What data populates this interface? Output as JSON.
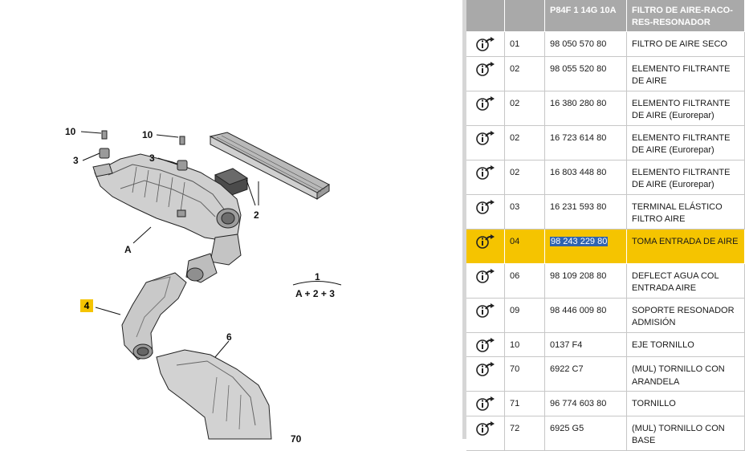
{
  "diagram": {
    "labels": {
      "l10a": "10",
      "l3a": "3",
      "l10b": "10",
      "l3b": "3",
      "l2": "2",
      "lA": "A",
      "l1": "1",
      "l1sub": "A + 2 + 3",
      "l4": "4",
      "l6": "6",
      "l70": "70"
    }
  },
  "table": {
    "headers": [
      "",
      "",
      "P84F 1 14G 10A",
      "FILTRO DE AIRE-RACO-RES-RESONADOR"
    ],
    "rows": [
      {
        "ref": "01",
        "part": "98 050 570 80",
        "desc": "FILTRO DE AIRE SECO"
      },
      {
        "ref": "02",
        "part": "98 055 520 80",
        "desc": "ELEMENTO FILTRANTE DE AIRE"
      },
      {
        "ref": "02",
        "part": "16 380 280 80",
        "desc": "ELEMENTO FILTRANTE DE AIRE (Eurorepar)"
      },
      {
        "ref": "02",
        "part": "16 723 614 80",
        "desc": "ELEMENTO FILTRANTE DE AIRE (Eurorepar)"
      },
      {
        "ref": "02",
        "part": "16 803 448 80",
        "desc": "ELEMENTO FILTRANTE DE AIRE (Eurorepar)"
      },
      {
        "ref": "03",
        "part": "16 231 593 80",
        "desc": "TERMINAL ELÁSTICO FILTRO AIRE"
      },
      {
        "ref": "04",
        "part": "98 243 229 80",
        "desc": "TOMA ENTRADA DE AIRE"
      },
      {
        "ref": "06",
        "part": "98 109 208 80",
        "desc": "DEFLECT AGUA COL ENTRADA AIRE"
      },
      {
        "ref": "09",
        "part": "98 446 009 80",
        "desc": "SOPORTE RESONADOR ADMISIÓN"
      },
      {
        "ref": "10",
        "part": "0137 F4",
        "desc": "EJE TORNILLO"
      },
      {
        "ref": "70",
        "part": "6922 C7",
        "desc": "(MUL) TORNILLO CON ARANDELA"
      },
      {
        "ref": "71",
        "part": "96 774 603 80",
        "desc": "TORNILLO"
      },
      {
        "ref": "72",
        "part": "6925 G5",
        "desc": "(MUL) TORNILLO CON BASE"
      }
    ],
    "selected_index": 6,
    "icon": "info-arrow-icon",
    "colors": {
      "header": "#a9a9a9",
      "selected": "#f5c400",
      "text_highlight": "#2f63b0"
    }
  }
}
